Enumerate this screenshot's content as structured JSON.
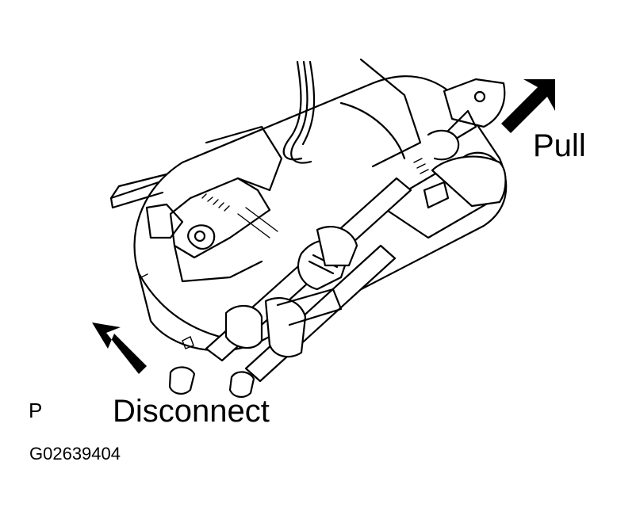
{
  "labels": {
    "pull": "Pull",
    "disconnect": "Disconnect",
    "view_letter": "P",
    "figure_code": "G02639404"
  },
  "colors": {
    "ink": "#000000",
    "paper": "#ffffff"
  },
  "icons": {
    "pull_arrow": "arrow-up-right-icon",
    "disconnect_arrow": "arrow-up-left-icon"
  }
}
